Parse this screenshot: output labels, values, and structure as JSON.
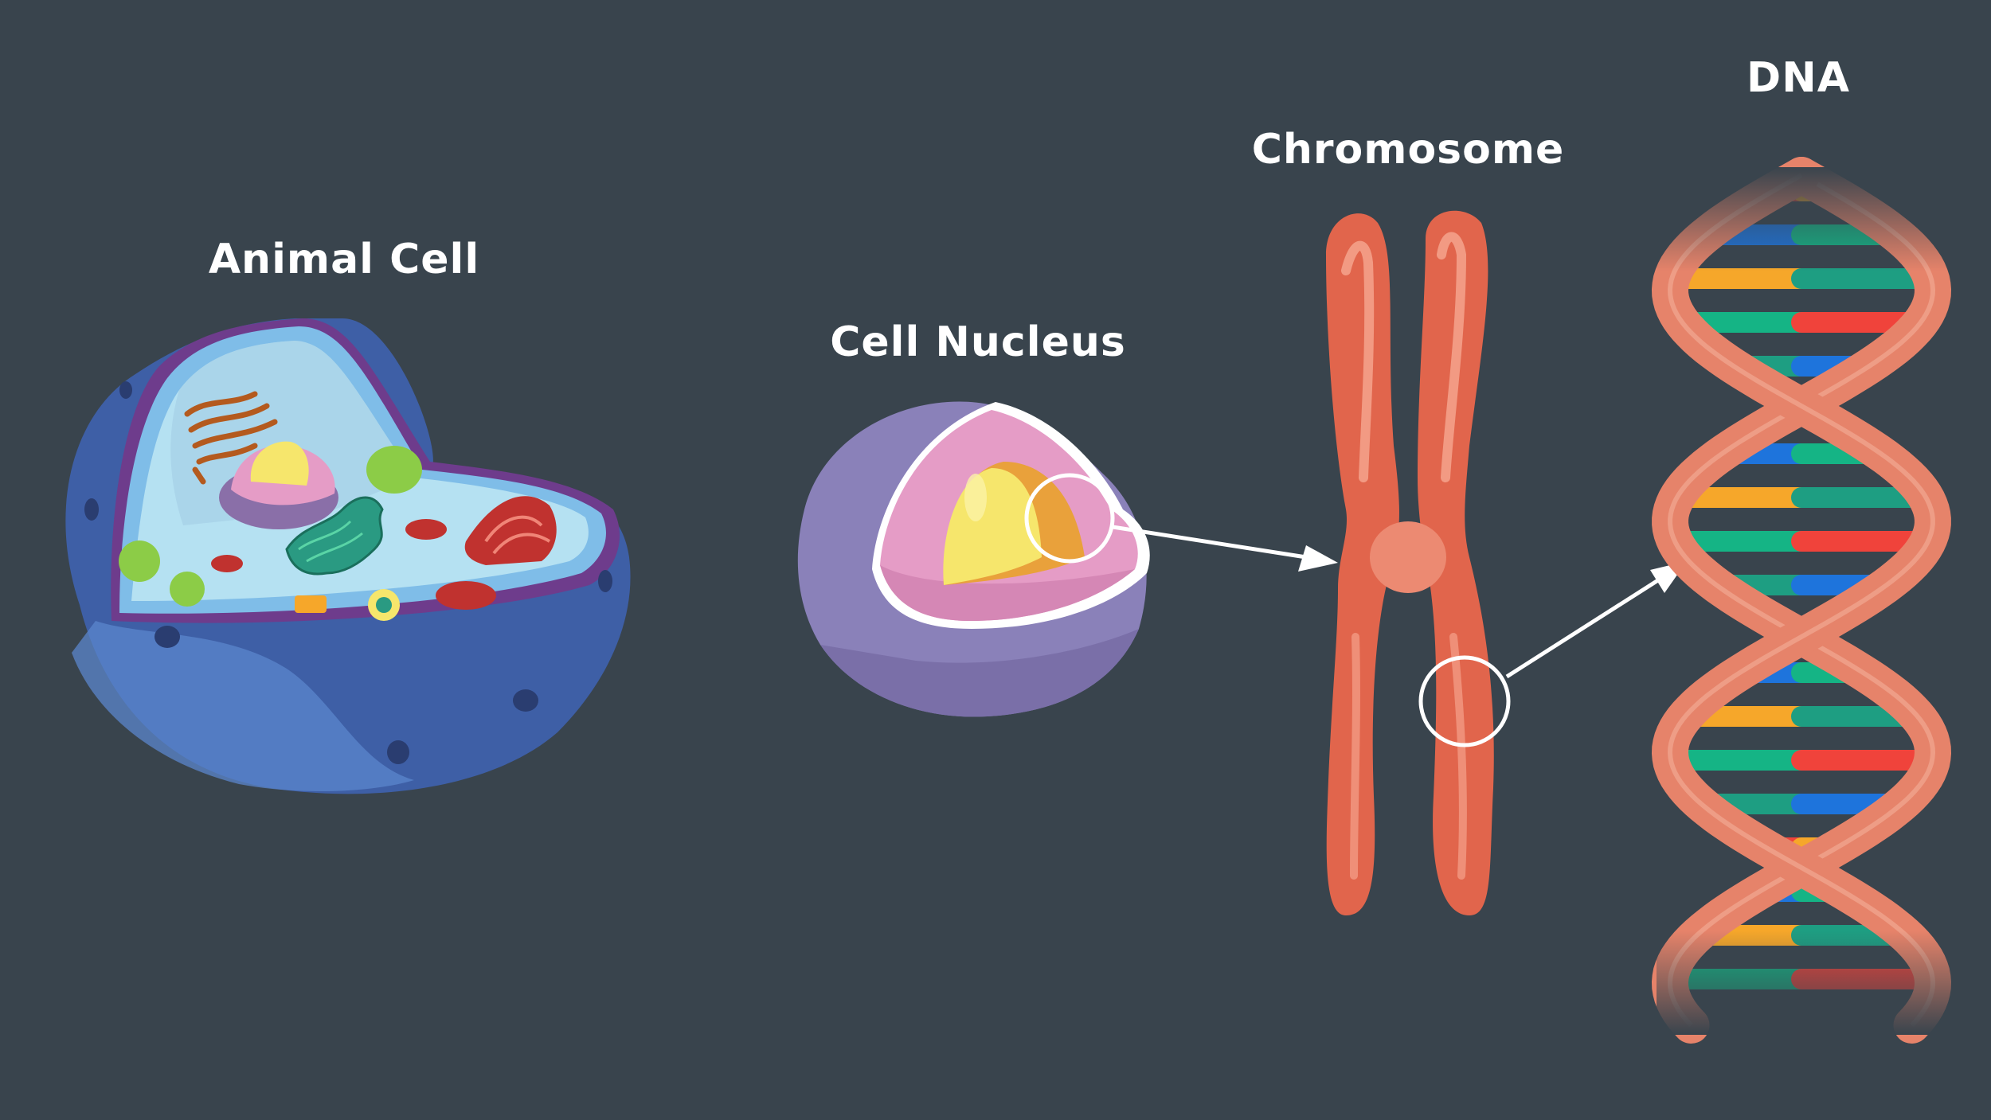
{
  "background": "#39444d",
  "labels": {
    "animal_cell": "Animal Cell",
    "cell_nucleus": "Cell Nucleus",
    "chromosome": "Chromosome",
    "dna": "DNA"
  },
  "colors": {
    "cell_outer": "#3e5fa6",
    "cell_cytoplasm": "#a9dcef",
    "nucleus_outer": "#8a81b9",
    "nucleus_inner": "#e59cc6",
    "nucleolus": "#f6e66c",
    "chromosome": "#e1654c",
    "dna_strand": "#e6836a",
    "arrow": "#ffffff"
  },
  "dna_base_colors": [
    "#f0433b",
    "#1e74dc",
    "#f6a72a",
    "#15b485",
    "#1e9e82"
  ]
}
